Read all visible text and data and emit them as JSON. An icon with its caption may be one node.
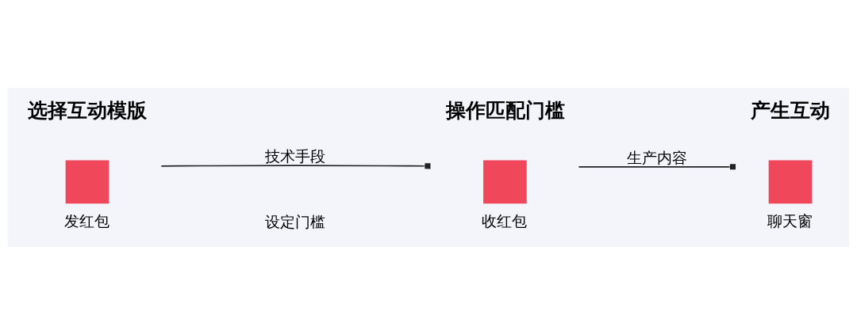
{
  "diagram": {
    "nodes": [
      {
        "text": [
          "选择互动模版",
          "发红包"
        ]
      },
      {
        "text": [
          "操作匹配门槛",
          "收红包"
        ]
      },
      {
        "text": [
          "产生互动",
          "聊天窗"
        ]
      }
    ],
    "edges": [
      {
        "from": 0,
        "to": 1,
        "arrow": "other",
        "label": "技术手段"
      },
      {
        "from": 1,
        "to": 2,
        "arrow": "other",
        "label": "生产内容"
      }
    ],
    "labels": [
      "设定门槛"
    ]
  }
}
